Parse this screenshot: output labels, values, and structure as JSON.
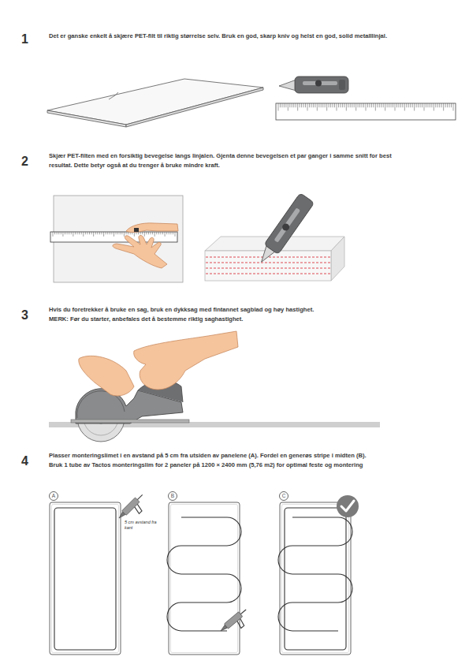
{
  "diagram": {
    "nodes": [
      {
        "text": [
          "A"
        ]
      },
      {
        "text": [
          "B"
        ]
      },
      {
        "text": [
          "C"
        ]
      }
    ],
    "labels": [
      "1",
      "Det er ganske enkelt å skjære PET-filt til riktig størrelse selv. Bruk en god, skarp kniv og helst en god, solid metalllinjal.",
      "2",
      "Skjær PET-filten med en forsiktig bevegelse langs linjalen. Gjenta denne bevegelsen et par ganger i samme snitt for best resultat. Dette betyr også at du trenger å bruke mindre kraft.",
      "3",
      "Hvis du foretrekker å bruke en sag, bruk en dykksag med fintannet sagblad og høy hastighet.",
      "MERK: Før du starter, anbefales det å bestemme riktig saghastighet.",
      "4",
      "Plasser monteringslimet i en avstand på 5 cm fra utsiden av panelene (A). Fordel en generøs stripe i midten (B).",
      "Bruk 1 tube av Tactos monteringslim for 2 paneler på 1200 × 2400 mm (5,76 m2) for optimal feste og montering",
      "5 cm avstand fra kant"
    ]
  }
}
